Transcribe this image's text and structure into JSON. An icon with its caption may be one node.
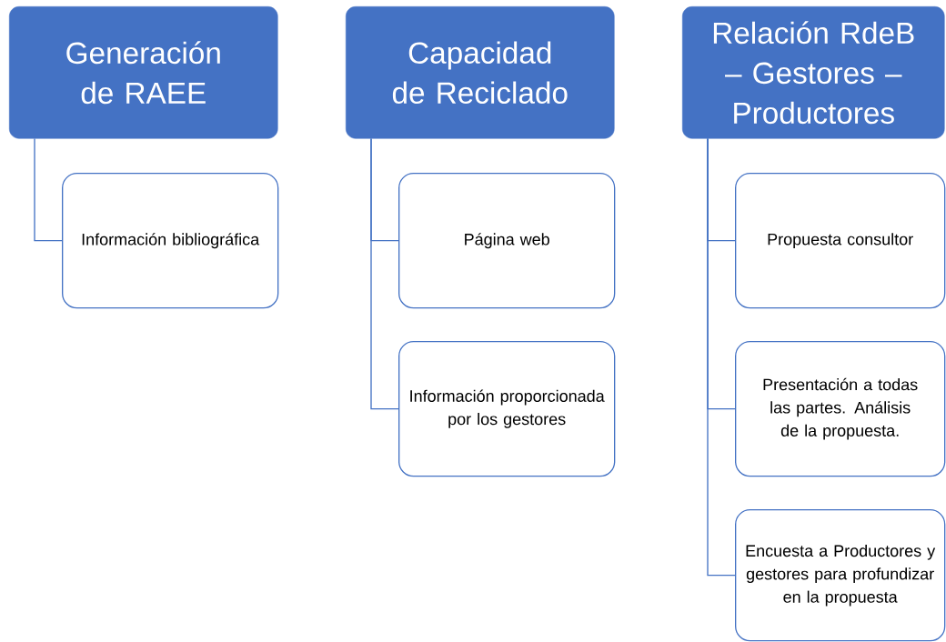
{
  "diagram": {
    "nodes": [
      {
        "text": [
          "Generación de RAEE"
        ]
      },
      {
        "text": [
          "Información bibliográfica"
        ]
      },
      {
        "text": [
          "Capacidad de Reciclado"
        ]
      },
      {
        "text": [
          "Página web"
        ]
      },
      {
        "text": [
          "Información proporcionada por los gestores"
        ]
      },
      {
        "text": [
          "Relación RdeB – Gestores – Productores"
        ]
      },
      {
        "text": [
          "Propuesta consultor"
        ]
      },
      {
        "text": [
          "Presentación a todas las partes. Análisis de la propuesta."
        ]
      },
      {
        "text": [
          "Encuesta a Productores y gestores para profundizar en la propuesta"
        ]
      }
    ],
    "edges": [
      {
        "from": 0,
        "to": 1,
        "arrow": "none"
      },
      {
        "from": 2,
        "to": 3,
        "arrow": "none"
      },
      {
        "from": 2,
        "to": 4,
        "arrow": "none"
      },
      {
        "from": 5,
        "to": 6,
        "arrow": "none"
      },
      {
        "from": 5,
        "to": 7,
        "arrow": "none"
      },
      {
        "from": 5,
        "to": 8,
        "arrow": "none"
      }
    ]
  }
}
